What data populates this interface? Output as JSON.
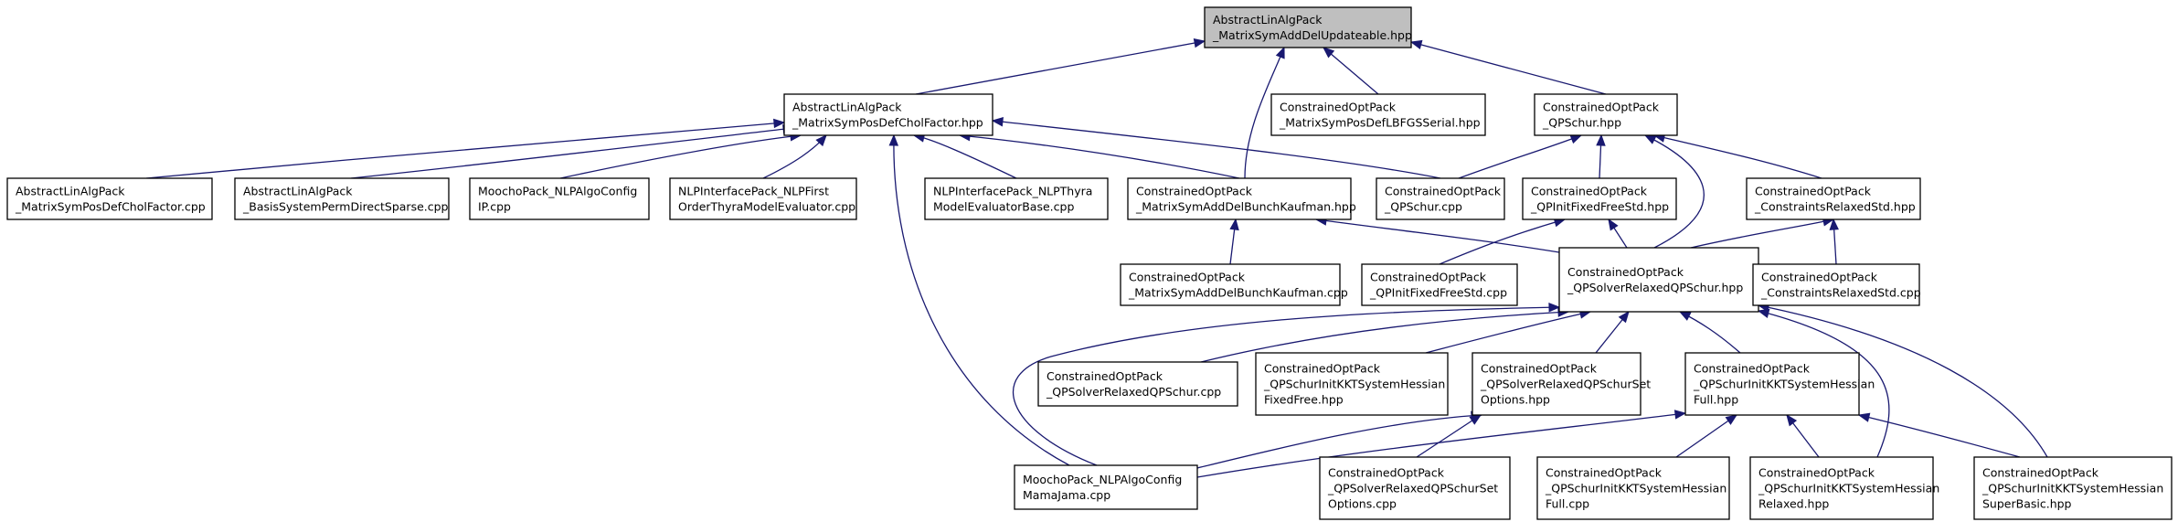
{
  "graph": {
    "nodes": [
      {
        "id": "n0",
        "root": true,
        "lines": [
          "AbstractLinAlgPack",
          "_MatrixSymAddDelUpdateable.hpp"
        ]
      },
      {
        "id": "n1",
        "lines": [
          "AbstractLinAlgPack",
          "_MatrixSymPosDefCholFactor.hpp"
        ]
      },
      {
        "id": "n2",
        "lines": [
          "ConstrainedOptPack",
          "_MatrixSymPosDefLBFGSSerial.hpp"
        ]
      },
      {
        "id": "n3",
        "lines": [
          "ConstrainedOptPack",
          "_QPSchur.hpp"
        ]
      },
      {
        "id": "n4",
        "lines": [
          "AbstractLinAlgPack",
          "_MatrixSymPosDefCholFactor.cpp"
        ]
      },
      {
        "id": "n5",
        "lines": [
          "AbstractLinAlgPack",
          "_BasisSystemPermDirectSparse.cpp"
        ]
      },
      {
        "id": "n6",
        "lines": [
          "MoochoPack_NLPAlgoConfig",
          "IP.cpp"
        ]
      },
      {
        "id": "n7",
        "lines": [
          "NLPInterfacePack_NLPFirst",
          "OrderThyraModelEvaluator.cpp"
        ]
      },
      {
        "id": "n8",
        "lines": [
          "NLPInterfacePack_NLPThyra",
          "ModelEvaluatorBase.cpp"
        ]
      },
      {
        "id": "n9",
        "lines": [
          "ConstrainedOptPack",
          "_MatrixSymAddDelBunchKaufman.hpp"
        ]
      },
      {
        "id": "n10",
        "lines": [
          "ConstrainedOptPack",
          "_QPSchur.cpp"
        ]
      },
      {
        "id": "n11",
        "lines": [
          "ConstrainedOptPack",
          "_QPInitFixedFreeStd.hpp"
        ]
      },
      {
        "id": "n12",
        "lines": [
          "ConstrainedOptPack",
          "_ConstraintsRelaxedStd.hpp"
        ]
      },
      {
        "id": "n13",
        "lines": [
          "ConstrainedOptPack",
          "_MatrixSymAddDelBunchKaufman.cpp"
        ]
      },
      {
        "id": "n14",
        "lines": [
          "ConstrainedOptPack",
          "_QPInitFixedFreeStd.cpp"
        ]
      },
      {
        "id": "n15",
        "lines": [
          "ConstrainedOptPack",
          "_QPSolverRelaxedQPSchur.hpp"
        ]
      },
      {
        "id": "n16",
        "lines": [
          "ConstrainedOptPack",
          "_ConstraintsRelaxedStd.cpp"
        ]
      },
      {
        "id": "n17",
        "lines": [
          "ConstrainedOptPack",
          "_QPSolverRelaxedQPSchur.cpp"
        ]
      },
      {
        "id": "n18",
        "lines": [
          "ConstrainedOptPack",
          "_QPSchurInitKKTSystemHessian",
          "FixedFree.hpp"
        ]
      },
      {
        "id": "n19",
        "lines": [
          "ConstrainedOptPack",
          "_QPSolverRelaxedQPSchurSet",
          "Options.hpp"
        ]
      },
      {
        "id": "n20",
        "lines": [
          "ConstrainedOptPack",
          "_QPSchurInitKKTSystemHessian",
          "Full.hpp"
        ]
      },
      {
        "id": "n21",
        "lines": [
          "MoochoPack_NLPAlgoConfig",
          "MamaJama.cpp"
        ]
      },
      {
        "id": "n22",
        "lines": [
          "ConstrainedOptPack",
          "_QPSolverRelaxedQPSchurSet",
          "Options.cpp"
        ]
      },
      {
        "id": "n23",
        "lines": [
          "ConstrainedOptPack",
          "_QPSchurInitKKTSystemHessian",
          "Full.cpp"
        ]
      },
      {
        "id": "n24",
        "lines": [
          "ConstrainedOptPack",
          "_QPSchurInitKKTSystemHessian",
          "Relaxed.hpp"
        ]
      },
      {
        "id": "n25",
        "lines": [
          "ConstrainedOptPack",
          "_QPSchurInitKKTSystemHessian",
          "SuperBasic.hpp"
        ]
      }
    ],
    "edges": [
      {
        "from": "n1",
        "to": "n0"
      },
      {
        "from": "n2",
        "to": "n0"
      },
      {
        "from": "n3",
        "to": "n0"
      },
      {
        "from": "n9",
        "to": "n0"
      },
      {
        "from": "n4",
        "to": "n1"
      },
      {
        "from": "n5",
        "to": "n1"
      },
      {
        "from": "n6",
        "to": "n1"
      },
      {
        "from": "n7",
        "to": "n1"
      },
      {
        "from": "n8",
        "to": "n1"
      },
      {
        "from": "n9",
        "to": "n1"
      },
      {
        "from": "n10",
        "to": "n1"
      },
      {
        "from": "n21",
        "to": "n1"
      },
      {
        "from": "n10",
        "to": "n3"
      },
      {
        "from": "n11",
        "to": "n3"
      },
      {
        "from": "n12",
        "to": "n3"
      },
      {
        "from": "n15",
        "to": "n3"
      },
      {
        "from": "n13",
        "to": "n9"
      },
      {
        "from": "n15",
        "to": "n9"
      },
      {
        "from": "n14",
        "to": "n11"
      },
      {
        "from": "n15",
        "to": "n11"
      },
      {
        "from": "n15",
        "to": "n12"
      },
      {
        "from": "n16",
        "to": "n12"
      },
      {
        "from": "n17",
        "to": "n15"
      },
      {
        "from": "n18",
        "to": "n15"
      },
      {
        "from": "n19",
        "to": "n15"
      },
      {
        "from": "n20",
        "to": "n15"
      },
      {
        "from": "n21",
        "to": "n15"
      },
      {
        "from": "n24",
        "to": "n15"
      },
      {
        "from": "n25",
        "to": "n15"
      },
      {
        "from": "n21",
        "to": "n19"
      },
      {
        "from": "n22",
        "to": "n19"
      },
      {
        "from": "n21",
        "to": "n20"
      },
      {
        "from": "n23",
        "to": "n20"
      },
      {
        "from": "n24",
        "to": "n20"
      },
      {
        "from": "n25",
        "to": "n20"
      }
    ]
  }
}
